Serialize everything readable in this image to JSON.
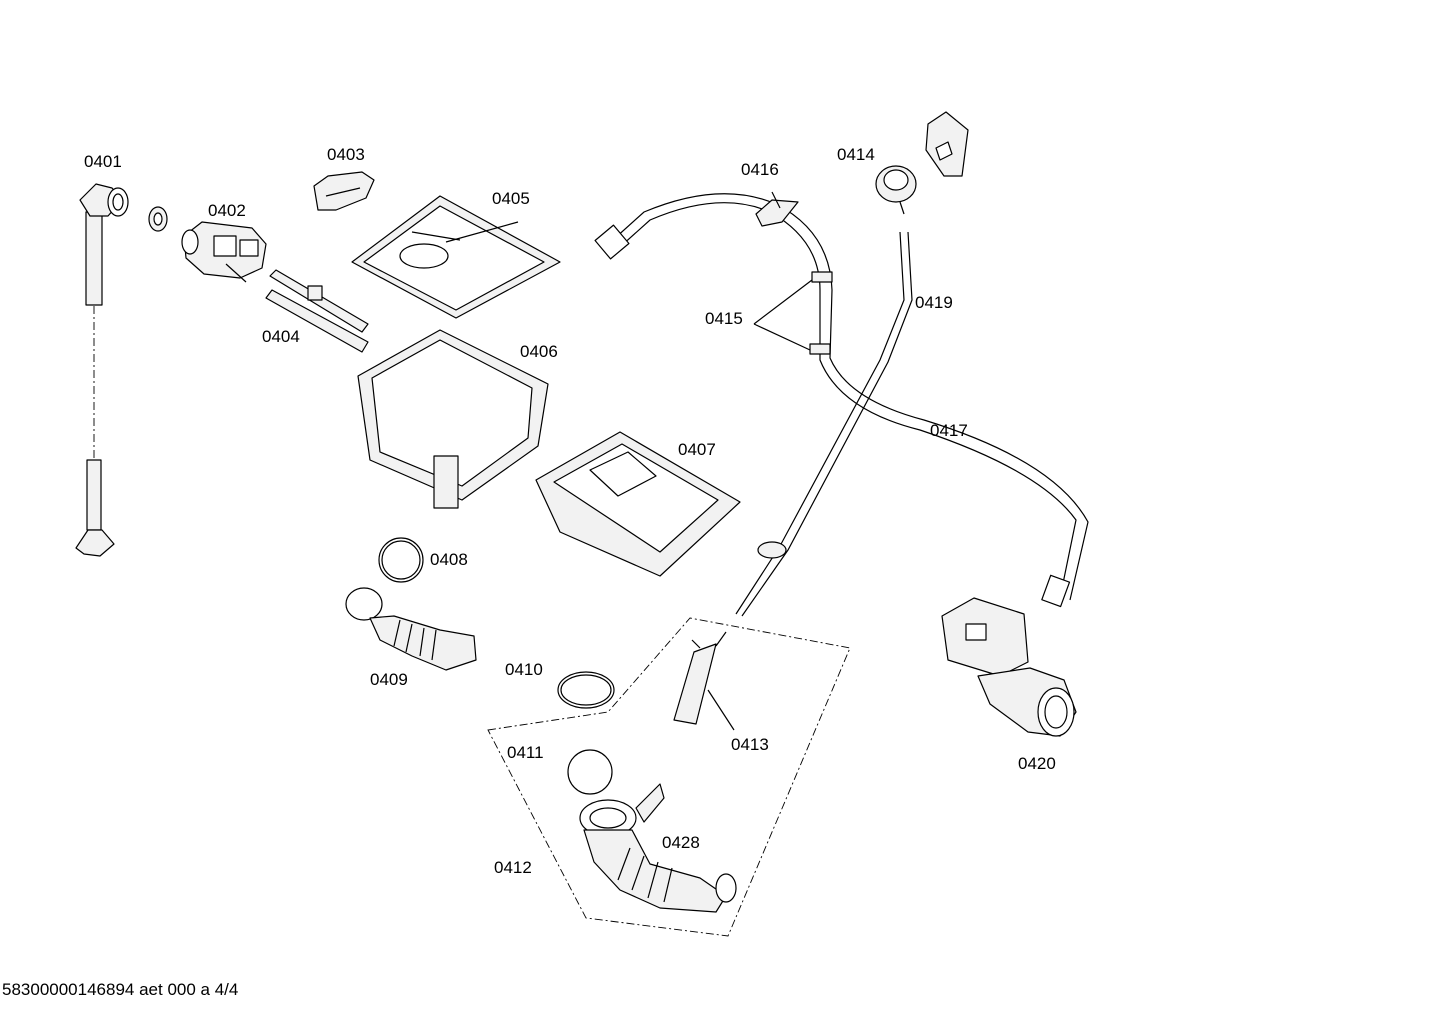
{
  "labels": {
    "p0401": "0401",
    "p0402": "0402",
    "p0403": "0403",
    "p0404": "0404",
    "p0405": "0405",
    "p0406": "0406",
    "p0407": "0407",
    "p0408": "0408",
    "p0409": "0409",
    "p0410": "0410",
    "p0411": "0411",
    "p0412": "0412",
    "p0413": "0413",
    "p0414": "0414",
    "p0415": "0415",
    "p0416": "0416",
    "p0417": "0417",
    "p0419": "0419",
    "p0420": "0420",
    "p0428": "0428"
  },
  "footer": "58300000146894 aet 000 a 4/4"
}
